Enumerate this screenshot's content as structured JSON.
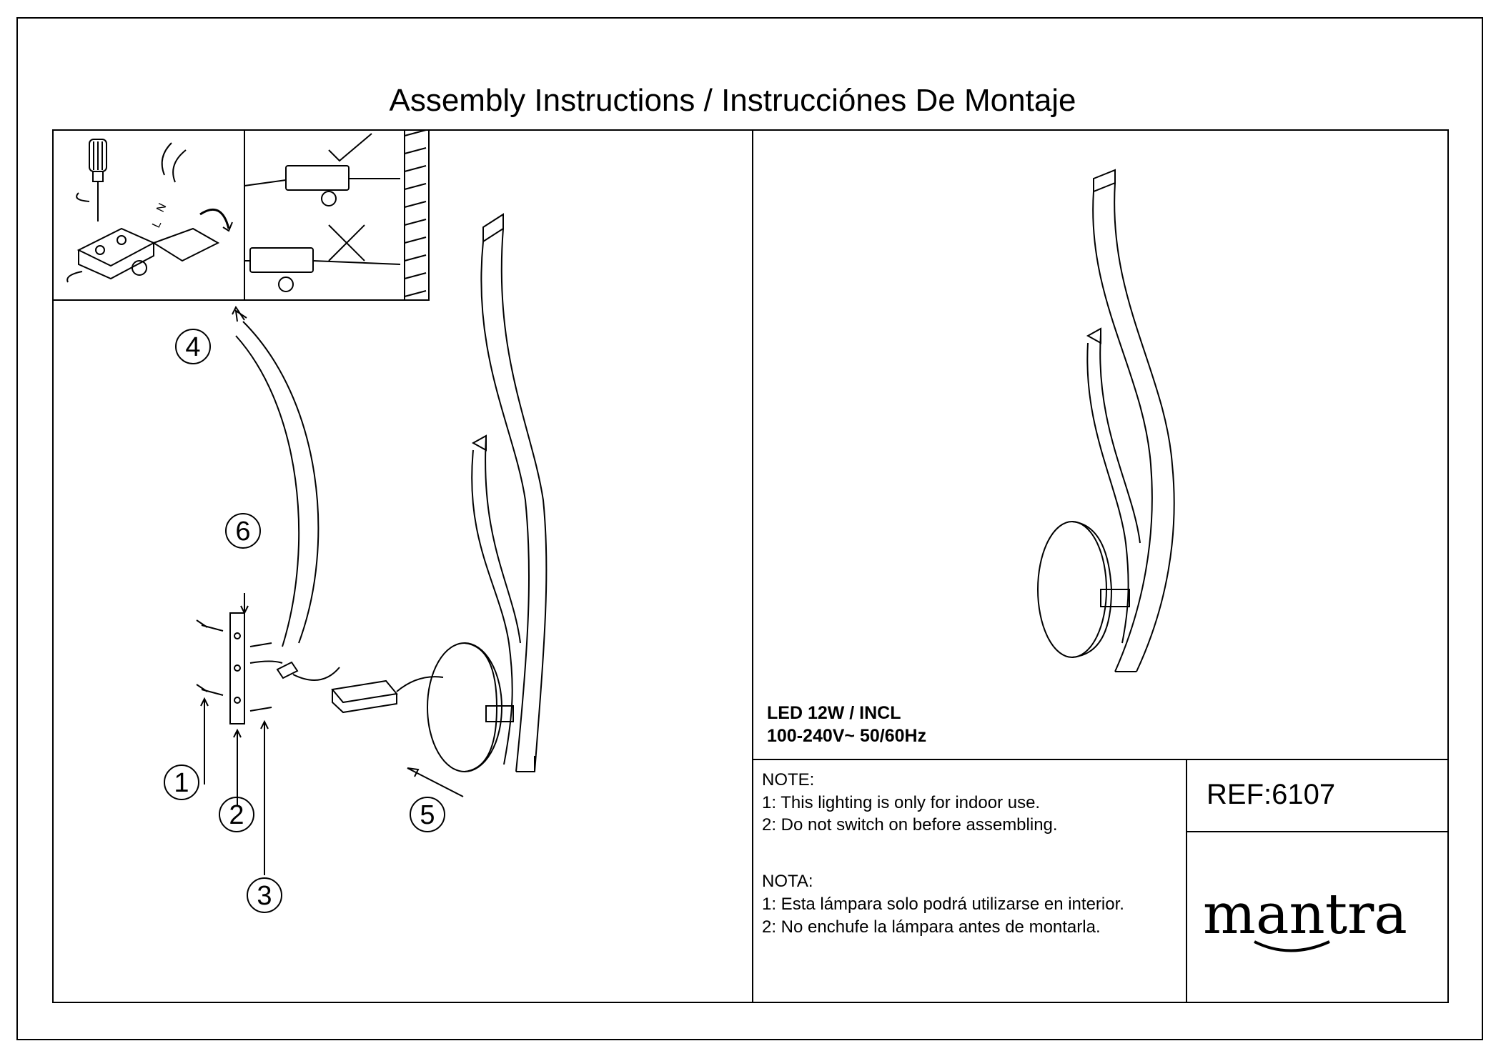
{
  "title": "Assembly Instructions / Instrucciónes De Montaje",
  "steps": [
    "1",
    "2",
    "3",
    "4",
    "5",
    "6"
  ],
  "wiring_labels": [
    "N",
    "L"
  ],
  "specs": {
    "power": "LED 12W / INCL",
    "voltage": "100-240V~  50/60Hz"
  },
  "notes_en": {
    "heading": "NOTE:",
    "items": [
      "1: This lighting is only for indoor use.",
      "2: Do not switch on before assembling."
    ]
  },
  "notes_es": {
    "heading": "NOTA:",
    "items": [
      "1: Esta lámpara solo podrá utilizarse en interior.",
      "2: No enchufe la lámpara antes de montarla."
    ]
  },
  "ref": "REF:6107",
  "brand": {
    "logo_text": "mantra"
  }
}
